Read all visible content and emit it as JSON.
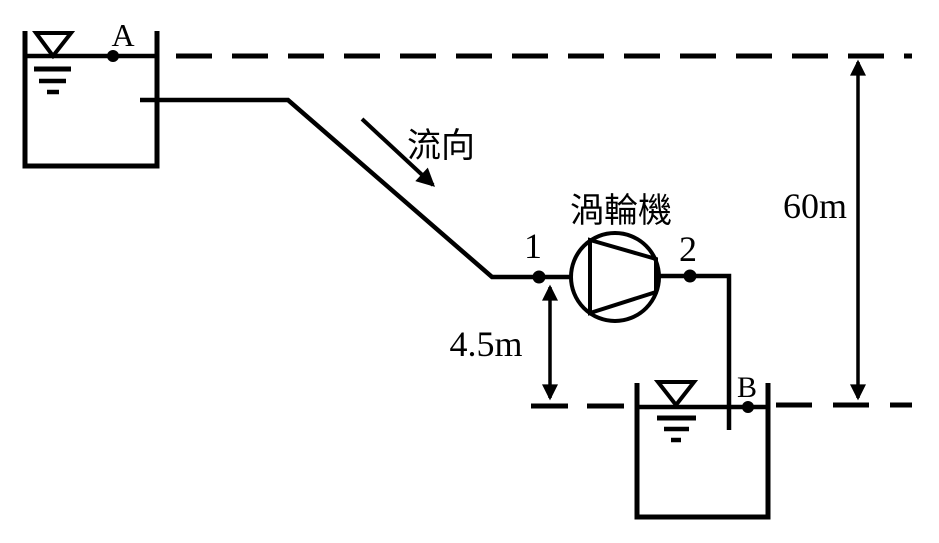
{
  "diagram": {
    "type": "hydraulic-turbine-schematic",
    "colors": {
      "line": "#000000",
      "background": "#ffffff"
    },
    "labels": {
      "point_a": "A",
      "point_b": "B",
      "point_1": "1",
      "point_2": "2",
      "flow_direction": "流向",
      "turbine": "渦輪機",
      "height_pipe_to_lower_level": "4.5m",
      "height_upper_to_lower_level": "60m"
    }
  }
}
